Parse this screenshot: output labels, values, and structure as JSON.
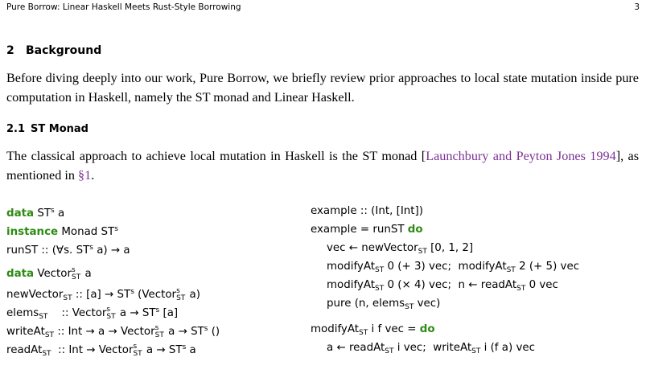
{
  "header": {
    "title": "Pure Borrow: Linear Haskell Meets Rust-Style Borrowing",
    "page_number": "3"
  },
  "section": {
    "number": "2",
    "title": "Background",
    "paragraph": "Before diving deeply into our work, Pure Borrow, we briefly review prior approaches to local state mutation inside pure computation in Haskell, namely the ST monad and Linear Haskell."
  },
  "subsection": {
    "number": "2.1",
    "title": "ST Monad",
    "paragraph_before": "The classical approach to achieve local mutation in Haskell is the ST monad [",
    "citation": "Launchbury and Peyton Jones 1994",
    "paragraph_middle": "], as mentioned in ",
    "cross_ref": "§1",
    "paragraph_end": "."
  },
  "code": {
    "kw_data": "data",
    "kw_instance": "instance",
    "kw_do": "do",
    "ST": "ST",
    "s": "s",
    "sub_st": "ST",
    "left": {
      "l1_rest": " a",
      "l2_rest": " Monad ",
      "l3_a": "runST :: (∀s. ",
      "l3_b": " a) → a",
      "l4_a": " Vector",
      "l4_b": " a",
      "l5_name": "newVector",
      "l5_a": " :: [a] → ",
      "l5_b": " (Vector",
      "l5_c": " a)",
      "l6_name": "elems",
      "l6_a": "    :: Vector",
      "l6_b": " a → ",
      "l6_c": " [a]",
      "l7_name": "writeAt",
      "l7_a": " :: Int → a → Vector",
      "l7_b": " a → ",
      "l7_c": " ()",
      "l8_name": "readAt",
      "l8_a": "  :: Int → Vector",
      "l8_b": " a → ",
      "l8_c": " a"
    },
    "right": {
      "r1": "example :: (Int, [Int])",
      "r2_a": "example = runST ",
      "r3_a": "vec ← newVector",
      "r3_b": " [0, 1, 2]",
      "r4_a": "modifyAt",
      "r4_b": " 0 (+ 3) vec;  modifyAt",
      "r4_c": " 2 (+ 5) vec",
      "r5_a": "modifyAt",
      "r5_b": " 0 (× 4) vec;  n ← readAt",
      "r5_c": " 0 vec",
      "r6_a": "pure (n, elems",
      "r6_b": " vec)",
      "r7_a": "modifyAt",
      "r7_b": " i f vec = ",
      "r8_a": "a ← readAt",
      "r8_b": " i vec;  writeAt",
      "r8_c": " i (f a) vec"
    }
  }
}
